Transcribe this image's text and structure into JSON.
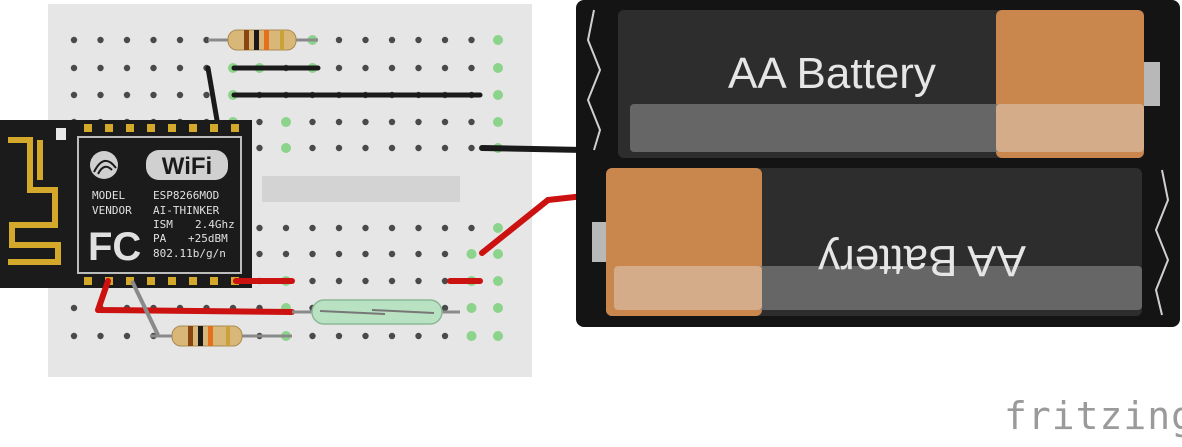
{
  "module": {
    "wifi_logo": "WiFi",
    "model_label": "MODEL",
    "vendor_label": "VENDOR",
    "model_value": "ESP8266MOD",
    "vendor_value": "AI-THINKER",
    "ism_label": "ISM",
    "ism_value": "2.4Ghz",
    "pa_label": "PA",
    "pa_value": "+25dBM",
    "protocol": "802.11b/g/n",
    "fcc_mark": "FC"
  },
  "battery": {
    "top_label": "AA Battery",
    "bottom_label": "AA Battery"
  },
  "credit": "fritzing",
  "colors": {
    "breadboard": "#e6e6e6",
    "hole": "#4a4a4a",
    "connected_hole": "#8cd38c",
    "wire_black": "#1a1a1a",
    "wire_red": "#cc1111",
    "wire_gray": "#8a8a8a",
    "module_pcb": "#1b1b1b",
    "antenna": "#d4a82a",
    "shield": "#c8c8c8",
    "battery_copper": "#c9874e",
    "battery_body": "#2d2d2d",
    "reed_glass": "#b9e2c3"
  },
  "icons": [
    "wifi-icon",
    "fcc-icon",
    "resistor-icon",
    "reed-switch-icon",
    "battery-icon"
  ]
}
